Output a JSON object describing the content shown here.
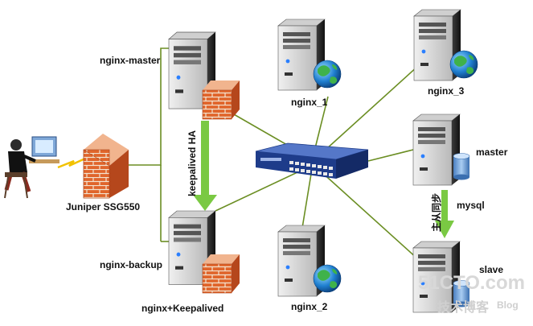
{
  "labels": {
    "nginx_master": "nginx-master",
    "nginx_backup": "nginx-backup",
    "nginx_1": "nginx_1",
    "nginx_2": "nginx_2",
    "nginx_3": "nginx_3",
    "mysql_master": "master",
    "mysql_slave": "slave",
    "mysql": "mysql",
    "juniper": "Juniper SSG550",
    "keepalived_ha": "keepalived HA",
    "master_slave_sync": "主从同步",
    "nginx_keepalived": "nginx+Keepalived"
  },
  "watermark": {
    "site": "51CTO.com",
    "sub": "技术博客",
    "blog": "Blog"
  },
  "icons": {
    "server": "server-tower-icon",
    "firewall": "brick-firewall-icon",
    "globe": "globe-icon",
    "database": "database-cylinder-icon",
    "switch": "network-switch-icon",
    "user": "user-at-computer-icon"
  },
  "colors": {
    "link_line": "#6b8e23",
    "ha_arrow": "#7ac943",
    "server_dark": "#2b2b2b",
    "server_light": "#d8d8d8",
    "brick": "#d9531e",
    "switch_blue": "#1e3c8a",
    "globe_blue": "#1f7fd0",
    "db_blue": "#6fa3dc"
  }
}
